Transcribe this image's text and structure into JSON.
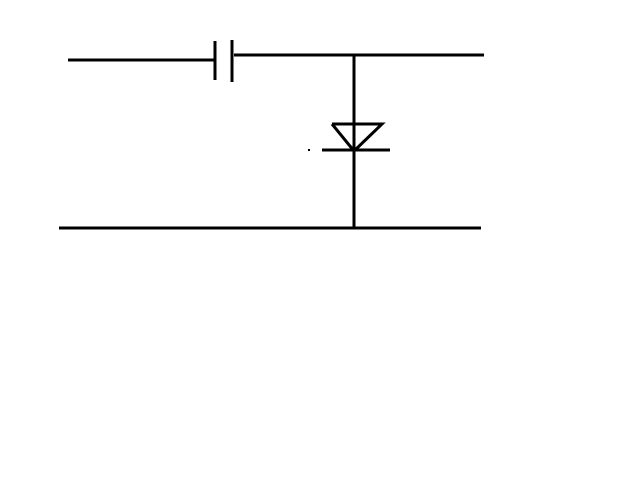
{
  "colors": {
    "stroke": "#000000",
    "background": "#ffffff"
  },
  "components": [
    {
      "type": "capacitor",
      "icon": "capacitor-icon"
    },
    {
      "type": "diode",
      "icon": "diode-icon"
    },
    {
      "type": "wire",
      "name": "top-wire"
    },
    {
      "type": "wire",
      "name": "bottom-wire"
    }
  ]
}
